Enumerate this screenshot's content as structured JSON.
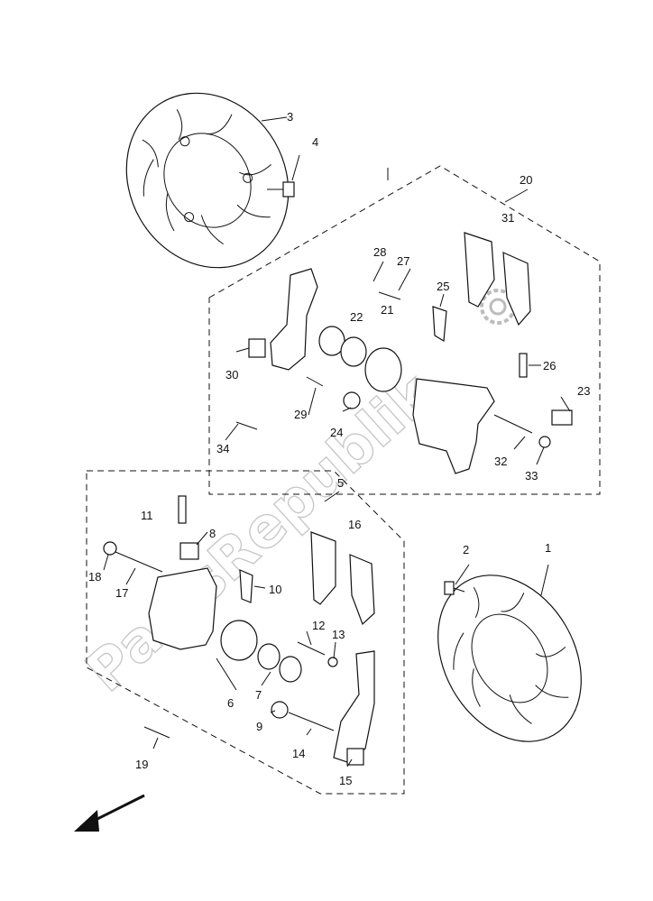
{
  "watermark": "PartsRepublik",
  "callouts": {
    "c1": "1",
    "c2": "2",
    "c3": "3",
    "c4": "4",
    "c5": "5",
    "c6": "6",
    "c7": "7",
    "c8": "8",
    "c9": "9",
    "c10": "10",
    "c11": "11",
    "c12": "12",
    "c13": "13",
    "c14": "14",
    "c15": "15",
    "c16": "16",
    "c17": "17",
    "c18": "18",
    "c19": "19",
    "c20": "20",
    "c21": "21",
    "c22": "22",
    "c23": "23",
    "c24": "24",
    "c25": "25",
    "c26": "26",
    "c27": "27",
    "c28": "28",
    "c29": "29",
    "c30": "30",
    "c31": "31",
    "c32": "32",
    "c33": "33",
    "c34": "34"
  },
  "icons": {
    "direction": "front-arrow-icon",
    "logo": "gear-icon"
  }
}
